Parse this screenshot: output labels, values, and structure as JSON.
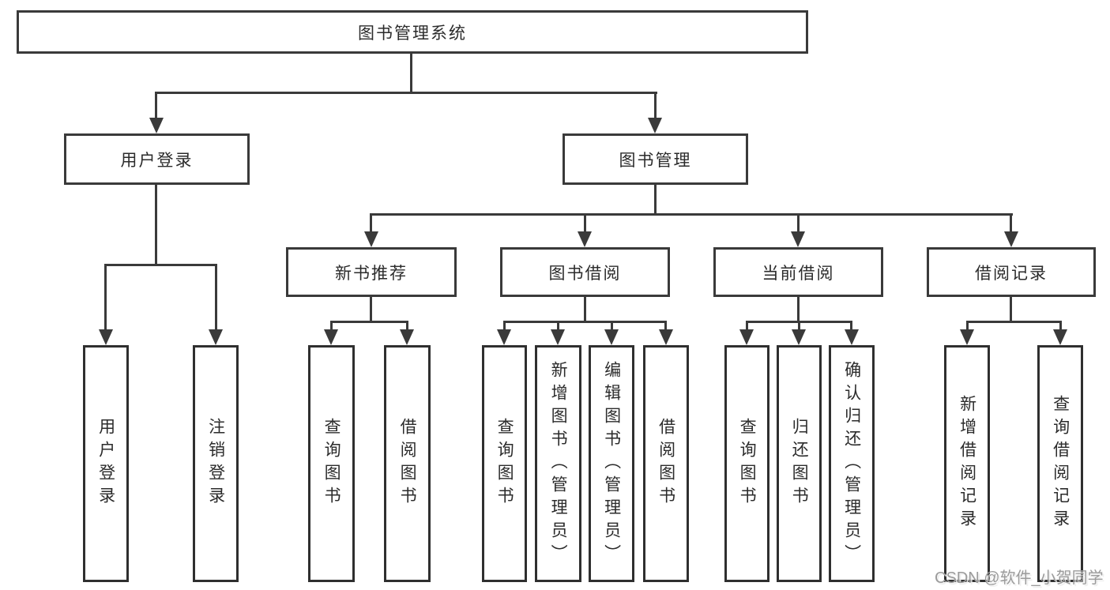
{
  "diagram_title": "图书管理系统",
  "nodes": {
    "root": "图书管理系统",
    "user_login": "用户登录",
    "book_management": "图书管理",
    "new_book_recommend": "新书推荐",
    "book_borrowing": "图书借阅",
    "current_borrowing": "当前借阅",
    "borrowing_records": "借阅记录"
  },
  "leaves": {
    "user_login_branch": [
      "用户登录",
      "注销登录"
    ],
    "recommend_branch": [
      "查询图书",
      "借阅图书"
    ],
    "borrowing_branch": [
      "查询图书",
      "新增图书（管理员）",
      "编辑图书（管理员）",
      "借阅图书"
    ],
    "current_branch": [
      "查询图书",
      "归还图书",
      "确认归还（管理员）"
    ],
    "records_branch": [
      "新增借阅记录",
      "查询借阅记录"
    ]
  },
  "watermark": "CSDN @软件_小贺同学",
  "colors": {
    "line": "#3a3a3a",
    "text": "#2b2b2b",
    "watermark": "#9b9b9b",
    "background": "#ffffff"
  }
}
